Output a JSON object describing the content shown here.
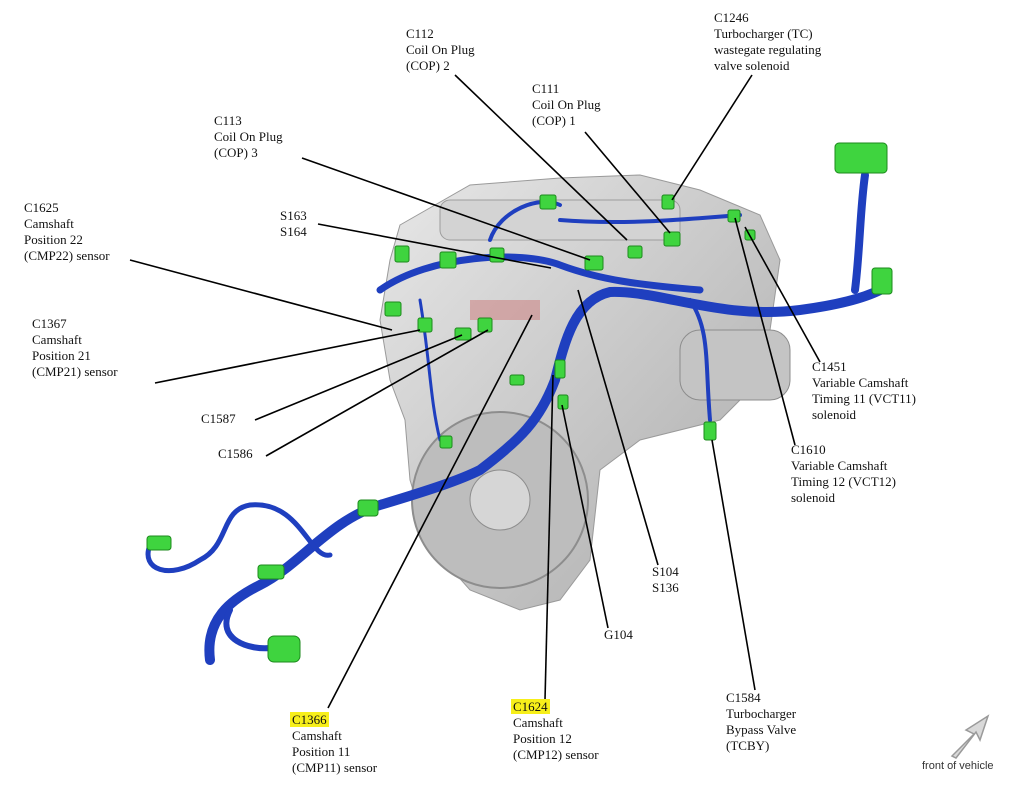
{
  "callouts": {
    "c112": [
      "C112",
      "Coil On Plug",
      "(COP) 2"
    ],
    "c1246": [
      "C1246",
      "Turbocharger (TC)",
      "wastegate regulating",
      "valve solenoid"
    ],
    "c111": [
      "C111",
      "Coil On Plug",
      "(COP) 1"
    ],
    "c113": [
      "C113",
      "Coil On Plug",
      "(COP) 3"
    ],
    "c1625": [
      "C1625",
      "Camshaft",
      "Position 22",
      "(CMP22) sensor"
    ],
    "s163": [
      "S163",
      "S164"
    ],
    "c1367": [
      "C1367",
      "Camshaft",
      "Position 21",
      "(CMP21) sensor"
    ],
    "c1587": [
      "C1587"
    ],
    "c1586": [
      "C1586"
    ],
    "c1451": [
      "C1451",
      "Variable Camshaft",
      "Timing 11 (VCT11)",
      "solenoid"
    ],
    "c1610": [
      "C1610",
      "Variable Camshaft",
      "Timing 12 (VCT12)",
      "solenoid"
    ],
    "s104": [
      "S104",
      "S136"
    ],
    "g104": [
      "G104"
    ],
    "c1584": [
      "C1584",
      "Turbocharger",
      "Bypass Valve",
      "(TCBY)"
    ],
    "c1366": [
      "C1366",
      "Camshaft",
      "Position 11",
      "(CMP11) sensor"
    ],
    "c1624": [
      "C1624",
      "Camshaft",
      "Position 12",
      "(CMP12) sensor"
    ]
  },
  "orientation_label": "front of vehicle",
  "colors": {
    "harness": "#1f3fbf",
    "connector": "#3fd43f",
    "highlight": "#f7ef1a",
    "engine": "#c9c9c9"
  }
}
